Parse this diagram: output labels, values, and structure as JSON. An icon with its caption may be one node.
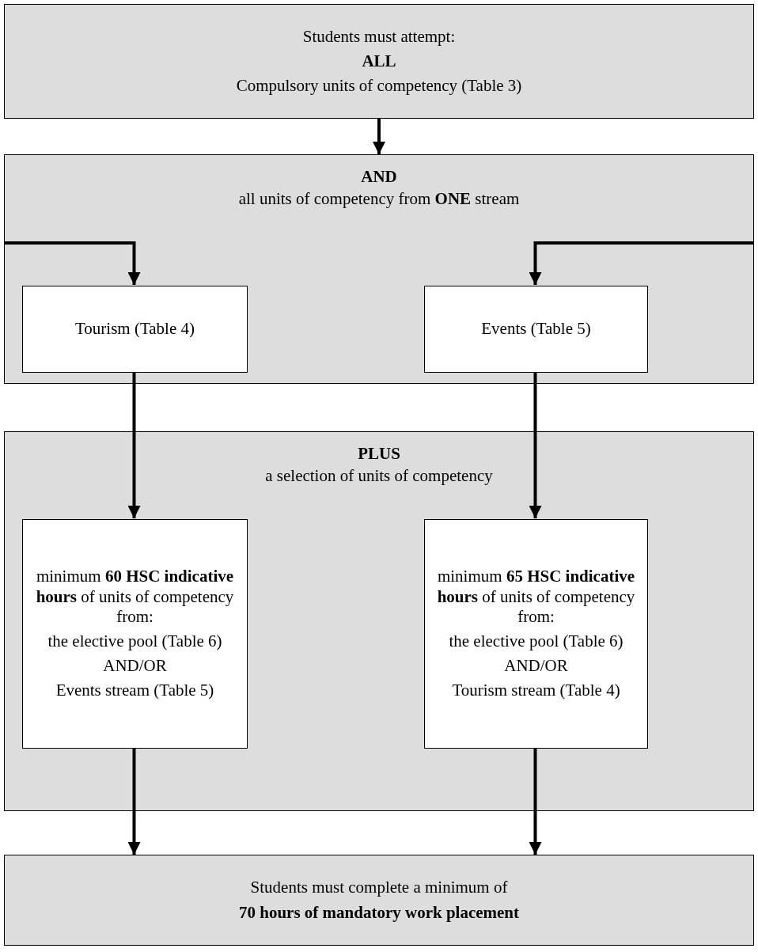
{
  "diagram": {
    "nodes": [
      {
        "text": [
          "Students must attempt:",
          "ALL",
          "Compulsory units of competency (Table 3)"
        ]
      },
      {
        "text": [
          "AND",
          "all units of competency from **ONE** stream"
        ]
      },
      {
        "text": [
          "Tourism (Table 4)"
        ],
        "in": 1
      },
      {
        "text": [
          "Events (Table 5)"
        ],
        "in": 1
      },
      {
        "text": [
          "PLUS",
          "a selection of units of competency"
        ]
      },
      {
        "text": [
          "minimum **60 HSC indicative hours** of units of competency from:",
          "the elective pool (Table 6)",
          "AND/OR",
          "Events stream (Table 5)"
        ],
        "in": 4
      },
      {
        "text": [
          "minimum **65 HSC indicative hours** of units of competency from:",
          "the elective pool (Table 6)",
          "AND/OR",
          "Tourism stream (Table 4)"
        ],
        "in": 4
      },
      {
        "text": [
          "Students must complete a minimum of",
          "70 hours of mandatory work placement"
        ]
      }
    ],
    "edges": [
      {
        "from": 0,
        "to": 1,
        "arrow": "to"
      },
      {
        "from": 1,
        "to": 2,
        "arrow": "to"
      },
      {
        "from": 1,
        "to": 3,
        "arrow": "to"
      },
      {
        "from": 2,
        "to": 5,
        "arrow": "to"
      },
      {
        "from": 3,
        "to": 6,
        "arrow": "to"
      },
      {
        "from": 5,
        "to": 7,
        "arrow": "to"
      },
      {
        "from": 6,
        "to": 7,
        "arrow": "to"
      }
    ]
  }
}
